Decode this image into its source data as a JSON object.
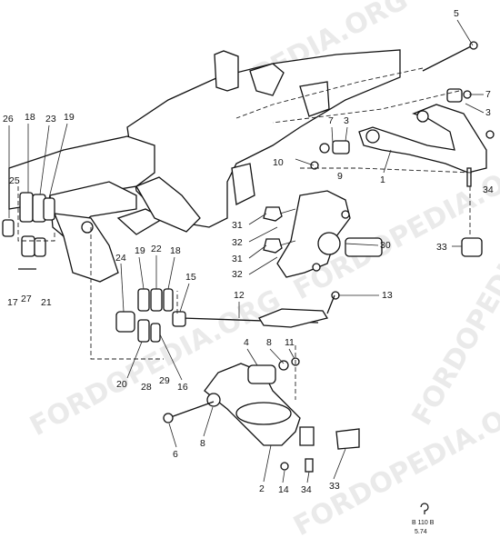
{
  "watermark": "FORDOPEDIA.ORG",
  "reference": {
    "code": "B 110 B",
    "date": "5.74"
  },
  "callouts": [
    {
      "id": "c5",
      "text": "5"
    },
    {
      "id": "c7a",
      "text": "7"
    },
    {
      "id": "c3a",
      "text": "3"
    },
    {
      "id": "c7b",
      "text": "7"
    },
    {
      "id": "c3b",
      "text": "3"
    },
    {
      "id": "c10",
      "text": "10"
    },
    {
      "id": "c9",
      "text": "9"
    },
    {
      "id": "c1",
      "text": "1"
    },
    {
      "id": "c34a",
      "text": "34"
    },
    {
      "id": "c26",
      "text": "26"
    },
    {
      "id": "c18a",
      "text": "18"
    },
    {
      "id": "c23",
      "text": "23"
    },
    {
      "id": "c19a",
      "text": "19"
    },
    {
      "id": "c25",
      "text": "25"
    },
    {
      "id": "c31a",
      "text": "31"
    },
    {
      "id": "c32a",
      "text": "32"
    },
    {
      "id": "c31b",
      "text": "31"
    },
    {
      "id": "c32b",
      "text": "32"
    },
    {
      "id": "c30",
      "text": "30"
    },
    {
      "id": "c33a",
      "text": "33"
    },
    {
      "id": "c24",
      "text": "24"
    },
    {
      "id": "c19b",
      "text": "19"
    },
    {
      "id": "c22",
      "text": "22"
    },
    {
      "id": "c18b",
      "text": "18"
    },
    {
      "id": "c15",
      "text": "15"
    },
    {
      "id": "c12",
      "text": "12"
    },
    {
      "id": "c13",
      "text": "13"
    },
    {
      "id": "c17",
      "text": "17"
    },
    {
      "id": "c27",
      "text": "27"
    },
    {
      "id": "c21",
      "text": "21"
    },
    {
      "id": "c4",
      "text": "4"
    },
    {
      "id": "c8a",
      "text": "8"
    },
    {
      "id": "c11",
      "text": "11"
    },
    {
      "id": "c20",
      "text": "20"
    },
    {
      "id": "c28",
      "text": "28"
    },
    {
      "id": "c29",
      "text": "29"
    },
    {
      "id": "c16",
      "text": "16"
    },
    {
      "id": "c6",
      "text": "6"
    },
    {
      "id": "c8b",
      "text": "8"
    },
    {
      "id": "c2",
      "text": "2"
    },
    {
      "id": "c14",
      "text": "14"
    },
    {
      "id": "c34b",
      "text": "34"
    },
    {
      "id": "c33b",
      "text": "33"
    }
  ]
}
